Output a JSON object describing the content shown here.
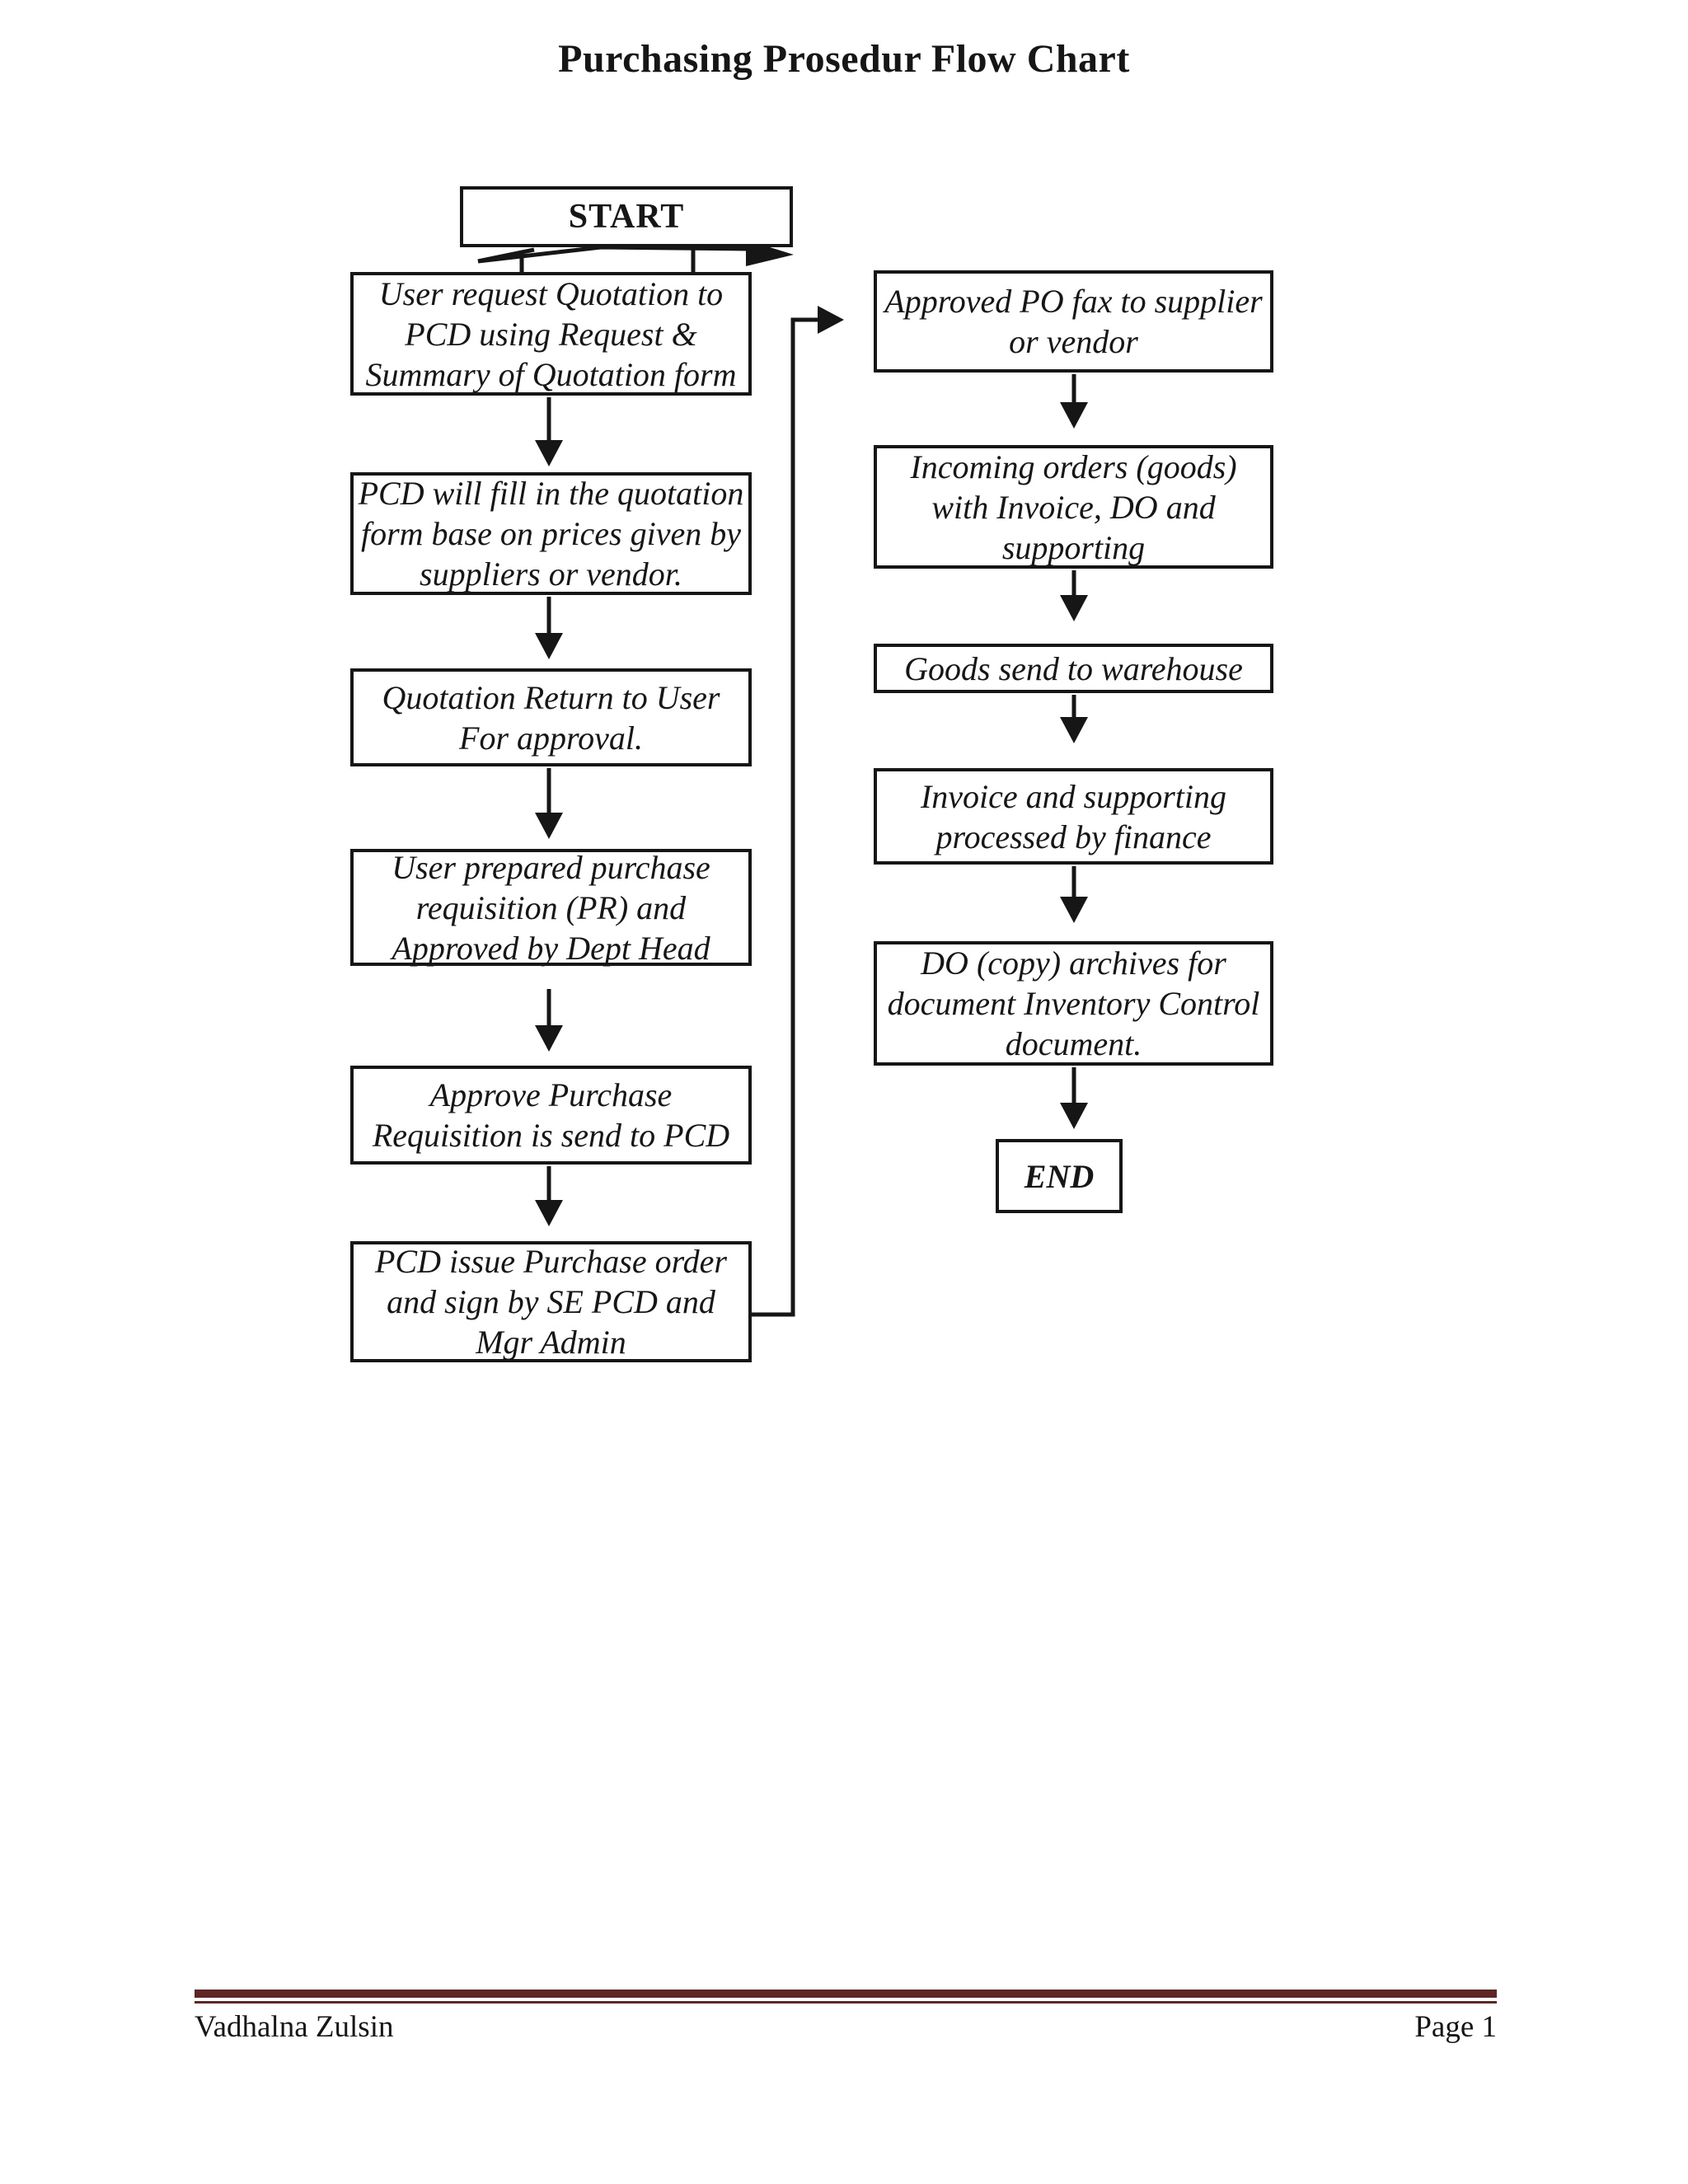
{
  "title": "Purchasing Prosedur Flow Chart",
  "flowchart": {
    "start": {
      "label": "START"
    },
    "end": {
      "label": "END"
    },
    "left": [
      {
        "label": "User request Quotation to\nPCD using Request &\nSummary of Quotation form"
      },
      {
        "label": "PCD will fill in the quotation\nform base on prices given by\nsuppliers or vendor."
      },
      {
        "label": "Quotation Return to User\nFor approval."
      },
      {
        "label": "User prepared purchase\nrequisition (PR) and\nApproved by Dept Head"
      },
      {
        "label": "Approve Purchase\nRequisition is send to PCD"
      },
      {
        "label": "PCD issue Purchase order\nand sign by SE PCD and\nMgr Admin"
      }
    ],
    "right": [
      {
        "label": "Approved PO fax to supplier\nor vendor"
      },
      {
        "label": "Incoming orders (goods)\nwith Invoice, DO and\nsupporting"
      },
      {
        "label": "Goods send to warehouse"
      },
      {
        "label": "Invoice and supporting\nprocessed by finance"
      },
      {
        "label": "DO (copy) archives for\ndocument Inventory Control\ndocument."
      }
    ]
  },
  "footer": {
    "author": "Vadhalna Zulsin",
    "page_number": "Page 1"
  },
  "colors": {
    "ink": "#161616",
    "footer_rule": "#5f2626",
    "page_bg": "#ffffff"
  }
}
